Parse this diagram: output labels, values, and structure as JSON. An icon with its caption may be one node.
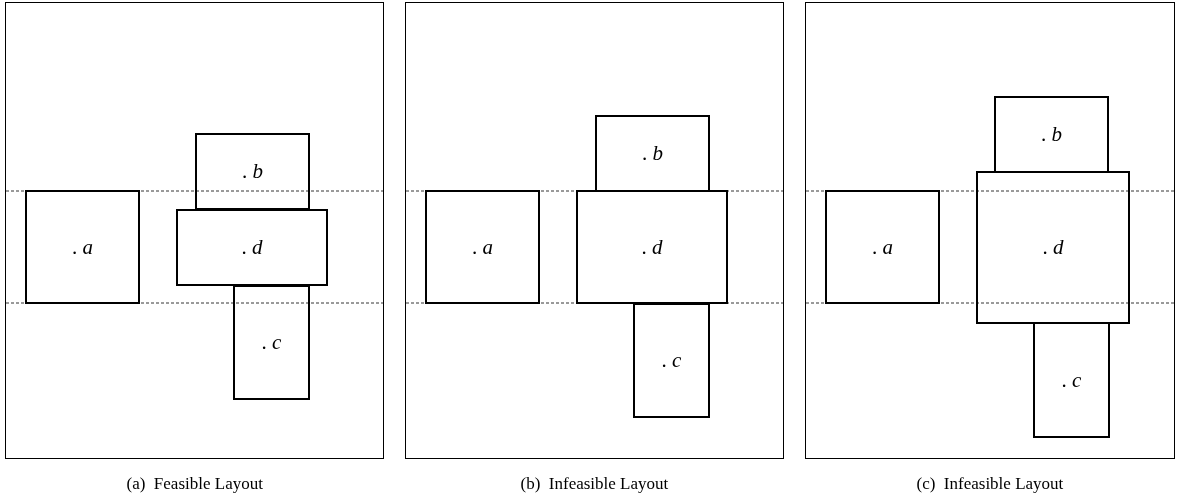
{
  "diagram": {
    "nodes": [
      {
        "text": [],
        "shape": "box",
        "beside": [
          "(a)  Feasible Layout"
        ]
      },
      {
        "text": [
          ". *a*"
        ],
        "in": 0
      },
      {
        "text": [
          ". *b*"
        ],
        "in": 0
      },
      {
        "text": [
          ". *d*"
        ],
        "in": 0
      },
      {
        "text": [
          ". *c*"
        ],
        "in": 0
      },
      {
        "text": [],
        "shape": "box",
        "beside": [
          "(b)  Infeasible Layout"
        ]
      },
      {
        "text": [
          ". *a*"
        ],
        "in": 5
      },
      {
        "text": [
          ". *b*"
        ],
        "in": 5
      },
      {
        "text": [
          ". *d*"
        ],
        "in": 5
      },
      {
        "text": [
          ". *c*"
        ],
        "in": 5
      },
      {
        "text": [],
        "shape": "box",
        "beside": [
          "(c)  Infeasible Layout"
        ]
      },
      {
        "text": [
          ". *a*"
        ],
        "in": 10
      },
      {
        "text": [
          ". *b*"
        ],
        "in": 10
      },
      {
        "text": [
          ". *d*"
        ],
        "in": 10
      },
      {
        "text": [
          ". *c*"
        ],
        "in": 10
      }
    ]
  }
}
